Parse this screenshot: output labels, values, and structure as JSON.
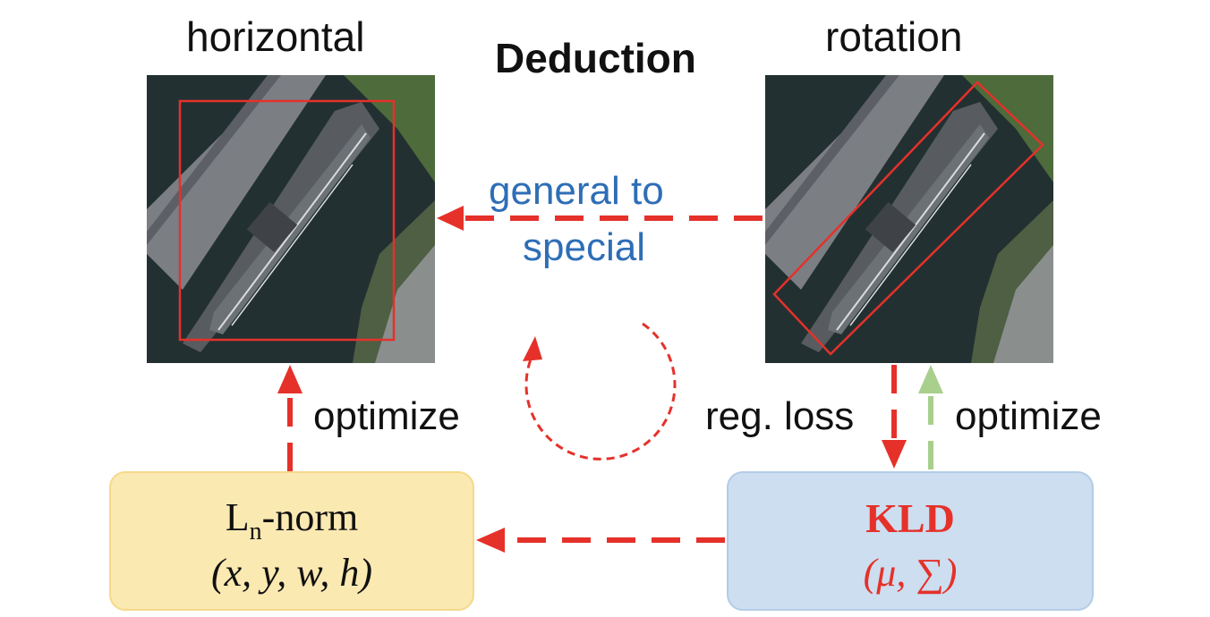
{
  "titles": {
    "horizontal": "horizontal",
    "deduction": "Deduction",
    "rotation": "rotation"
  },
  "arrow_labels": {
    "general_line1": "general to",
    "general_line2": "special",
    "optimize_left": "optimize",
    "reg_loss": "reg. loss",
    "optimize_right": "optimize"
  },
  "ln_box": {
    "name_main": "L",
    "name_sub": "n",
    "name_suffix": "-norm",
    "params": "(x, y, w, h)"
  },
  "kld_box": {
    "name": "KLD",
    "params": "(μ, ∑)"
  },
  "colors": {
    "arrow_red": "#e5312a",
    "arrow_green": "#a8cf8c",
    "text_blue": "#2e6eb6",
    "ln_fill": "#fbe9b2",
    "kld_fill": "#ccdef0",
    "bbox_red": "#e5312a"
  }
}
